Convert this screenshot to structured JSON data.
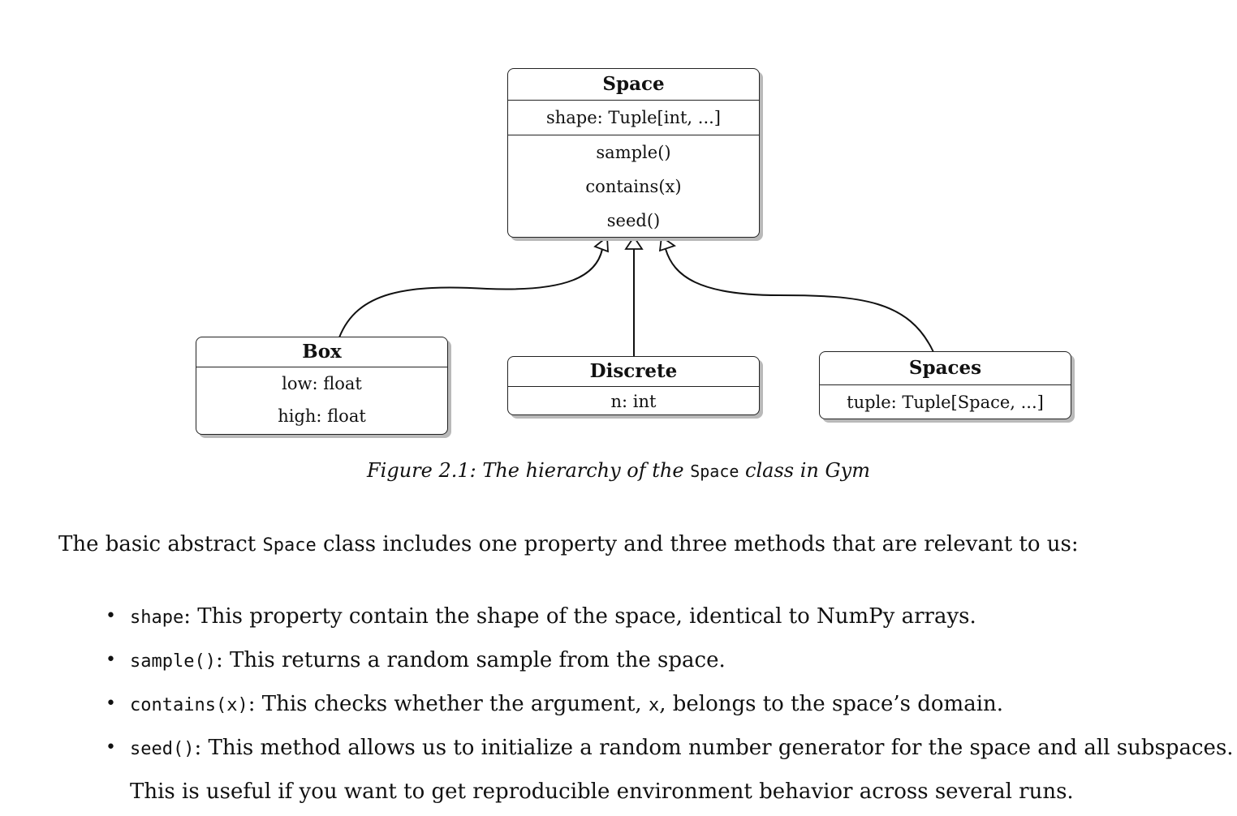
{
  "figure": {
    "classes": {
      "space": {
        "name": "Space",
        "properties": [
          "shape:  Tuple[int, ...]"
        ],
        "methods": [
          "sample()",
          "contains(x)",
          "seed()"
        ]
      },
      "box": {
        "name": "Box",
        "properties": [
          "low:  float",
          "high:  float"
        ]
      },
      "discrete": {
        "name": "Discrete",
        "properties": [
          "n:  int"
        ]
      },
      "spaces": {
        "name": "Spaces",
        "properties": [
          "tuple:  Tuple[Space, ...]"
        ]
      }
    },
    "relationships": [
      {
        "from": "Box",
        "to": "Space",
        "type": "inheritance"
      },
      {
        "from": "Discrete",
        "to": "Space",
        "type": "inheritance"
      },
      {
        "from": "Spaces",
        "to": "Space",
        "type": "inheritance"
      }
    ],
    "caption": {
      "prefix": "Figure 2.1: The hierarchy of the ",
      "code": "Space",
      "suffix": " class in Gym"
    }
  },
  "intro": {
    "prefix": "The basic abstract ",
    "code": "Space",
    "suffix": " class includes one property and three methods that are relevant to us:"
  },
  "bullets": [
    {
      "code": "shape",
      "text": ": This property contain the shape of the space, identical to NumPy arrays."
    },
    {
      "code": "sample()",
      "text": ": This returns a random sample from the space."
    },
    {
      "code": "contains(x)",
      "text_before": ": This checks whether the argument, ",
      "code2": "x",
      "text_after": ", belongs to the space’s domain."
    },
    {
      "code": "seed()",
      "text": ": This method allows us to initialize a random number generator for the space and all subspaces.",
      "continuation": "This is useful if you want to get reproducible environment behavior across several runs."
    }
  ],
  "bullet_glyph": "•"
}
